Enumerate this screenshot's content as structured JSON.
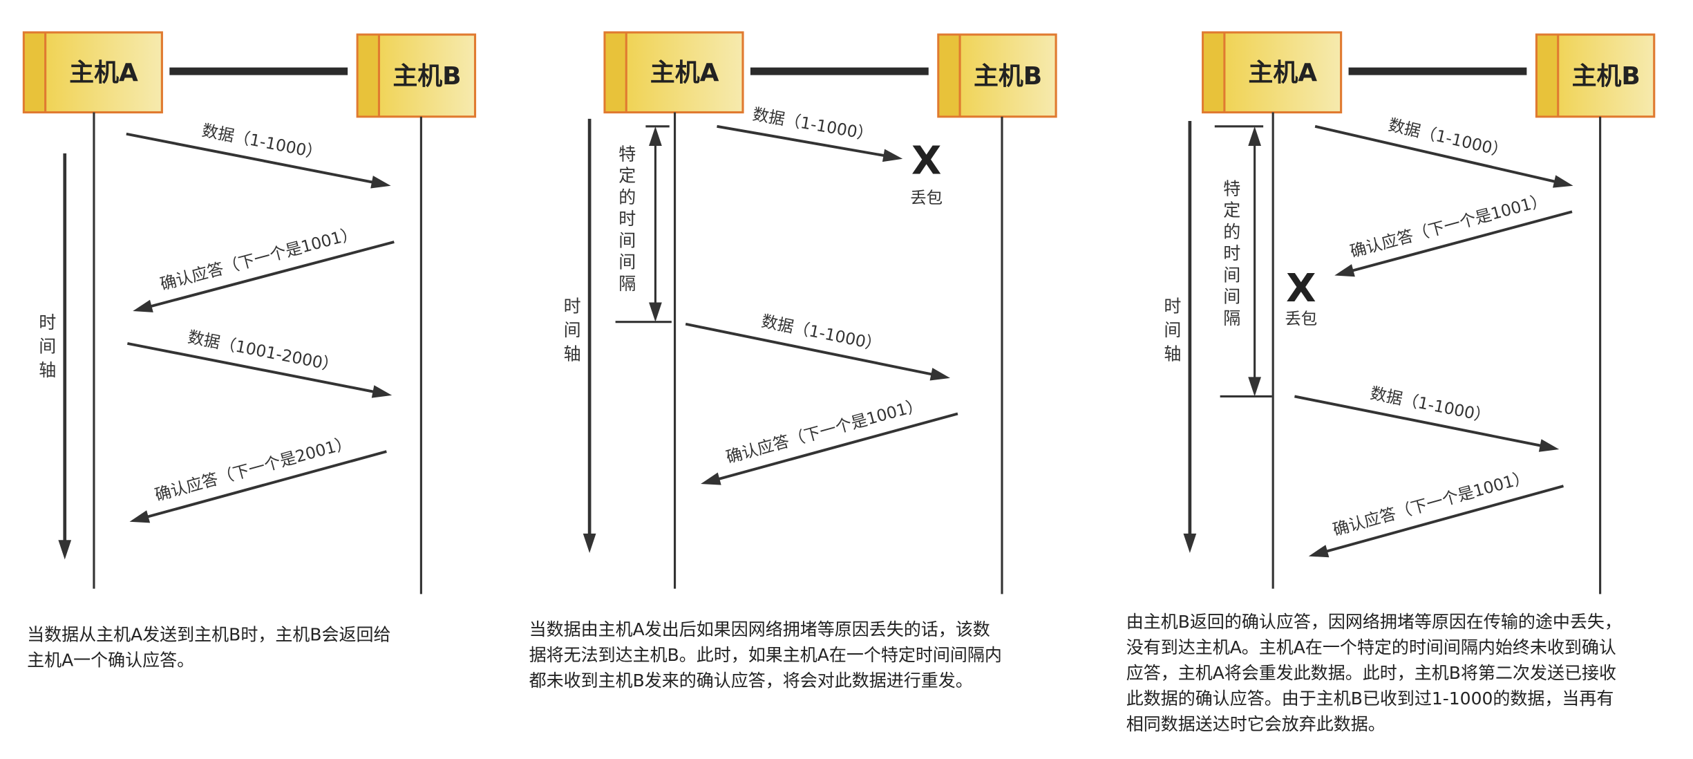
{
  "colors": {
    "box_fill_start": "#efcf45",
    "box_fill_end": "#f6eaae",
    "box_stroke": "#e07a30",
    "stripe": "#e8c23a",
    "line": "#333333"
  },
  "lost_mark": "X",
  "lost_label": "丢包",
  "interval_label": "特定的时间间隔",
  "panels": [
    {
      "host_a": "主机A",
      "host_b": "主机B",
      "time_axis": "时间轴",
      "messages": [
        {
          "label": "数据（1-1000）"
        },
        {
          "label": "确认应答（下一个是1001）"
        },
        {
          "label": "数据（1001-2000）"
        },
        {
          "label": "确认应答（下一个是2001）"
        }
      ],
      "caption": [
        "当数据从主机A发送到主机B时，主机B会返回给",
        "主机A一个确认应答。"
      ]
    },
    {
      "host_a": "主机A",
      "host_b": "主机B",
      "time_axis": "时间轴",
      "messages": [
        {
          "label": "数据（1-1000）"
        },
        {
          "label": "数据（1-1000）"
        },
        {
          "label": "确认应答（下一个是1001）"
        }
      ],
      "caption": [
        "当数据由主机A发出后如果因网络拥堵等原因丢失的话，该数",
        "据将无法到达主机B。此时，如果主机A在一个特定时间间隔内",
        "都未收到主机B发来的确认应答，将会对此数据进行重发。"
      ]
    },
    {
      "host_a": "主机A",
      "host_b": "主机B",
      "time_axis": "时间轴",
      "messages": [
        {
          "label": "数据（1-1000）"
        },
        {
          "label": "确认应答（下一个是1001）"
        },
        {
          "label": "数据（1-1000）"
        },
        {
          "label": "确认应答（下一个是1001）"
        }
      ],
      "caption": [
        "由主机B返回的确认应答，因网络拥堵等原因在传输的途中丢失，",
        "没有到达主机A。主机A在一个特定的时间间隔内始终未收到确认",
        "应答，主机A将会重发此数据。此时，主机B将第二次发送已接收",
        "此数据的确认应答。由于主机B已收到过1-1000的数据，当再有",
        "相同数据送达时它会放弃此数据。"
      ]
    }
  ]
}
